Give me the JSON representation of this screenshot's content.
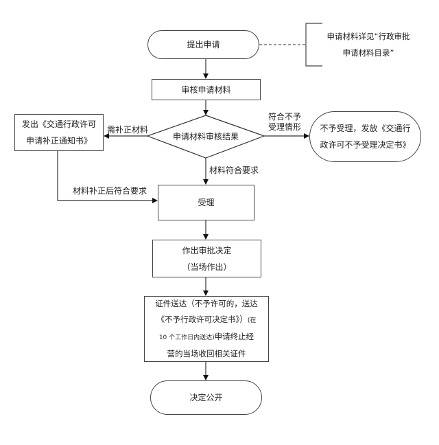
{
  "diagram": {
    "type": "flowchart",
    "nodes": {
      "start": {
        "label": "提出申请"
      },
      "review": {
        "label": "审核申请材料"
      },
      "decision": {
        "label": "申请材料审核结果"
      },
      "supplement": {
        "lines": [
          "发出《交通行政许可",
          "申请补正通知书》"
        ]
      },
      "reject": {
        "lines": [
          "不予受理，发放《交通行",
          "政许可不予受理决定书》"
        ]
      },
      "accept": {
        "label": "受理"
      },
      "decide": {
        "lines": [
          "作出审批决定",
          "（当场作出）"
        ]
      },
      "deliver": {
        "line1": "证件送达（不予许可的，送达",
        "line2_main": "《不予行政许可决定书》）",
        "line2_small": "(在",
        "line3_small": "10 个工作日内送达)",
        "line3_main": "申请终止经",
        "line4": "营的当场收回相关证件"
      },
      "end": {
        "label": "决定公开"
      }
    },
    "annotation": {
      "lines": [
        "申请材料详见“行政审批",
        "申请材料目录”"
      ]
    },
    "edge_labels": {
      "needs_supplement": "需补正材料",
      "reject_case": [
        "符合不予",
        "受理情形"
      ],
      "meets_requirements": "材料符合要求",
      "supplemented_ok": "材料补正后符合要求"
    }
  }
}
